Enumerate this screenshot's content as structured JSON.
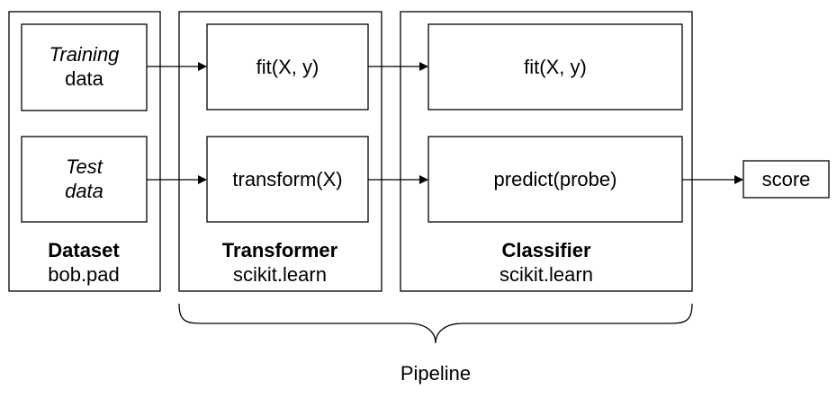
{
  "dataset": {
    "training_line1": "Training",
    "training_line2": "data",
    "test_line1": "Test",
    "test_line2": "data",
    "title": "Dataset",
    "subtitle": "bob.pad"
  },
  "transformer": {
    "fit_label": "fit(X, y)",
    "transform_label": "transform(X)",
    "title": "Transformer",
    "subtitle": "scikit.learn"
  },
  "classifier": {
    "fit_label": "fit(X, y)",
    "predict_label": "predict(probe)",
    "title": "Classifier",
    "subtitle": "scikit.learn"
  },
  "output": {
    "score_label": "score"
  },
  "pipeline": {
    "label": "Pipeline"
  }
}
